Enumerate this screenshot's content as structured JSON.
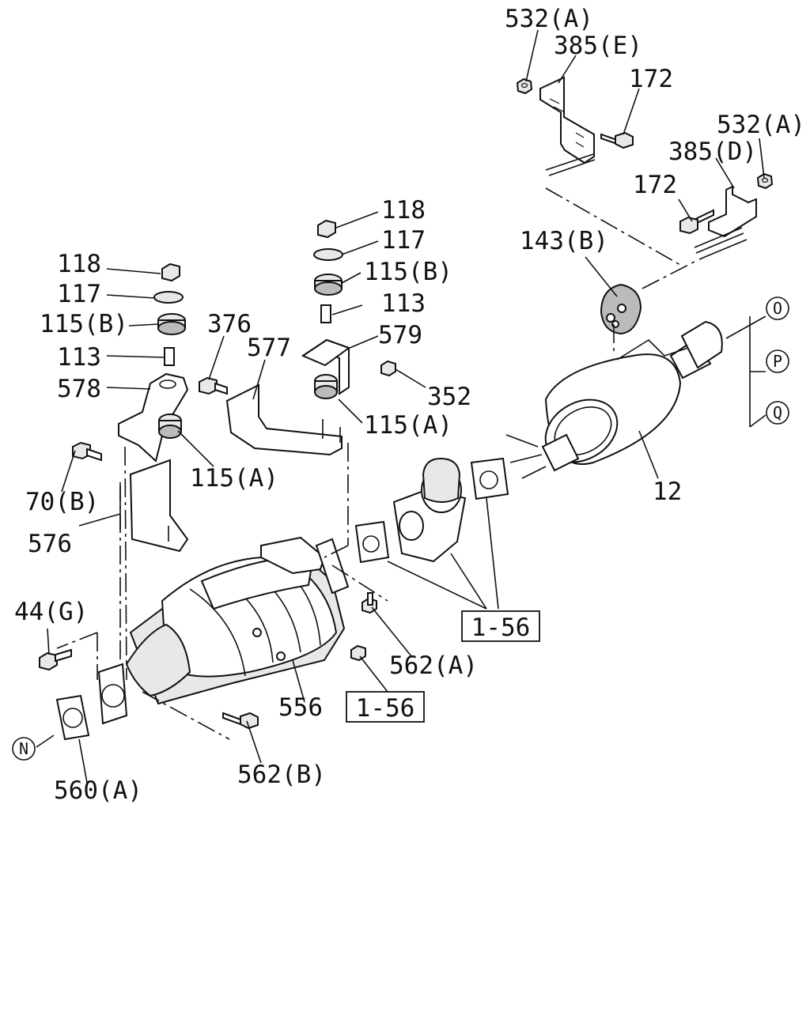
{
  "labels": {
    "l532a_top": "532(A)",
    "l385e": "385(E)",
    "l172_top": "172",
    "l532a_right": "532(A)",
    "l385d": "385(D)",
    "l172_right": "172",
    "l143b": "143(B)",
    "lO": "O",
    "lP": "P",
    "lQ": "Q",
    "l12": "12",
    "l118_mid": "118",
    "l117_mid": "117",
    "l115b_mid": "115(B)",
    "l113_mid": "113",
    "l579": "579",
    "l352": "352",
    "l115a_mid": "115(A)",
    "l118_left": "118",
    "l117_left": "117",
    "l115b_left": "115(B)",
    "l113_left": "113",
    "l578": "578",
    "l376": "376",
    "l577": "577",
    "l115a_left": "115(A)",
    "l70b": "70(B)",
    "l576": "576",
    "l44g": "44(G)",
    "l556": "556",
    "l562a": "562(A)",
    "l562b": "562(B)",
    "l560a": "560(A)",
    "lN": "N",
    "ref_1": "1-56",
    "ref_2": "1-56"
  }
}
